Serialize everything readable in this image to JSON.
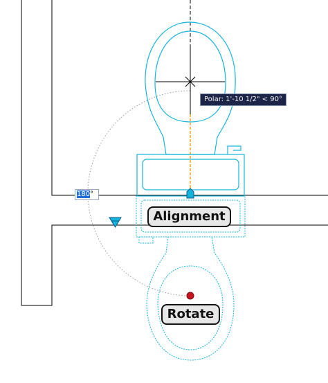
{
  "polar_tooltip": {
    "text": "Polar: 1'-10 1/2\" < 90°"
  },
  "angle_input": {
    "selected": "180",
    "suffix": "°"
  },
  "labels": {
    "alignment": "Alignment",
    "rotate": "Rotate"
  },
  "colors": {
    "linework": "#000000",
    "selection": "#14b4dc",
    "tracking": "#f0a020",
    "dot": "#c8141e",
    "tooltip_bg": "#1c2547"
  },
  "icons": [
    "crosshair-cursor-icon",
    "insertion-grip-icon",
    "flip-grip-icon",
    "rotation-center-icon"
  ]
}
